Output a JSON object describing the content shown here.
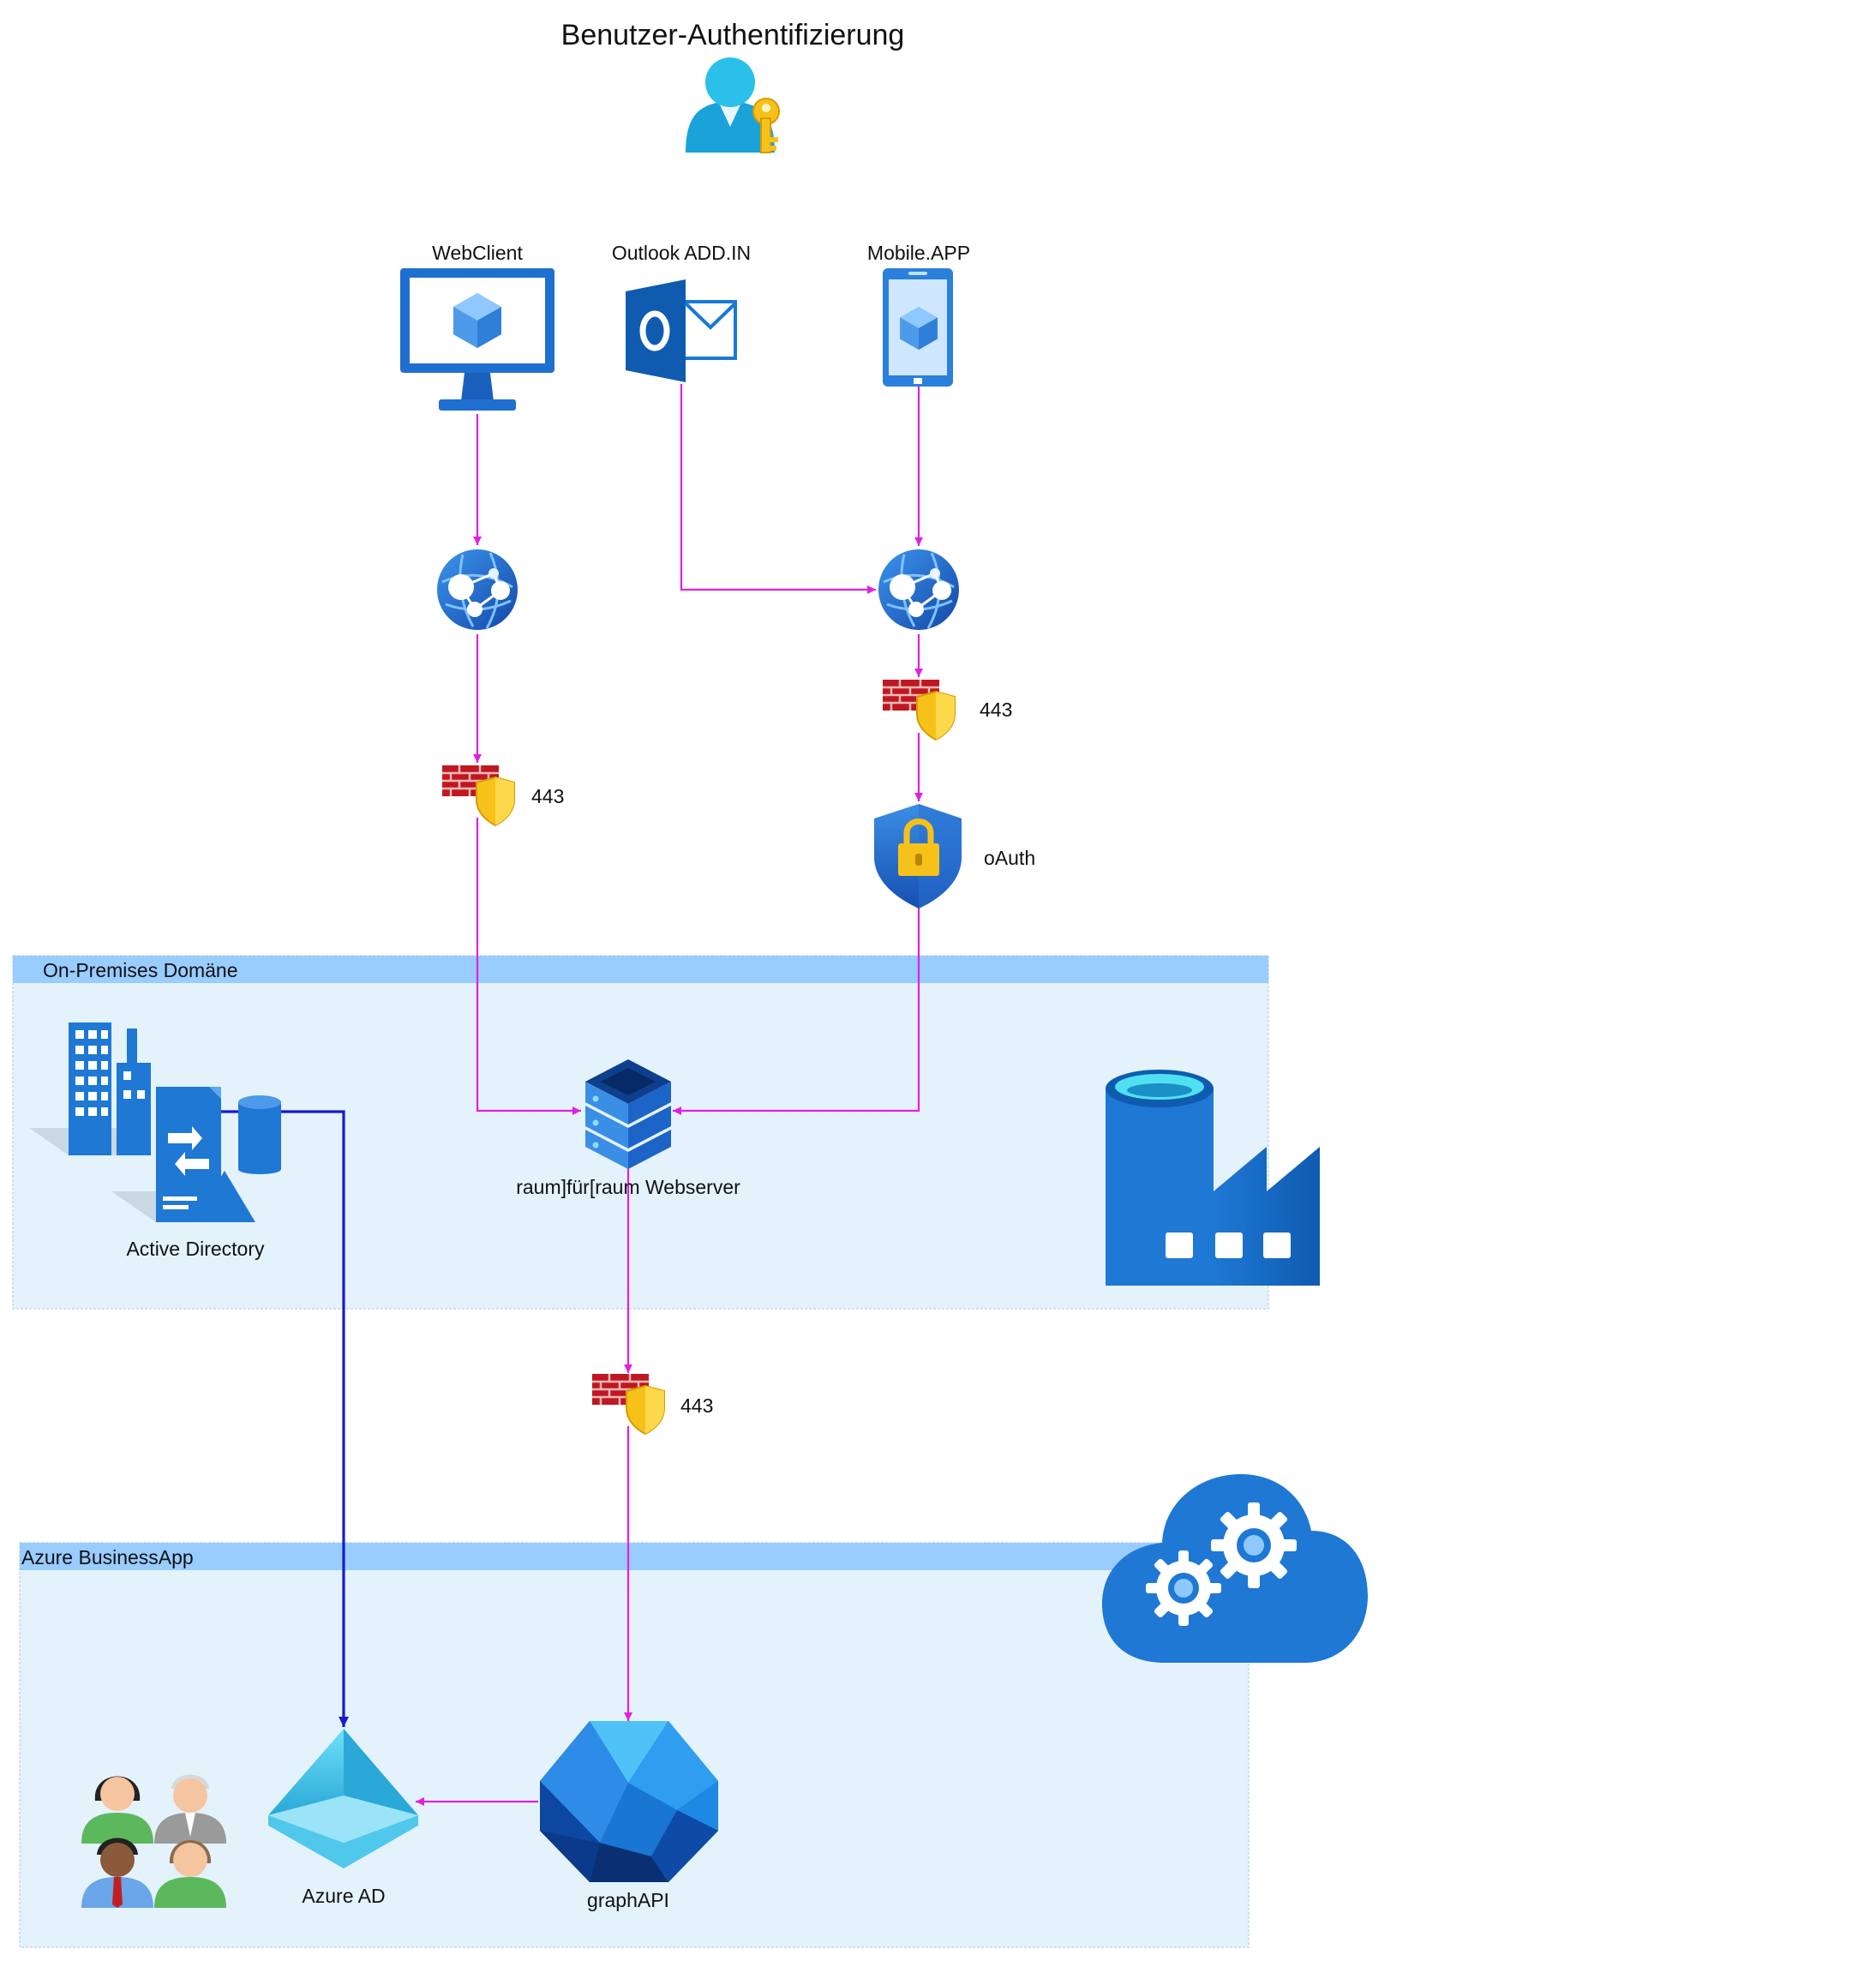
{
  "title": "Benutzer-Authentifizierung",
  "zones": {
    "onprem": {
      "label": "On-Premises Domäne"
    },
    "azure": {
      "label": "Azure BusinessApp"
    }
  },
  "clients": {
    "webclient": "WebClient",
    "outlook": "Outlook ADD.IN",
    "mobile": "Mobile.APP"
  },
  "ports": {
    "left": "443",
    "right": "443",
    "middle": "443"
  },
  "oauth": "oAuth",
  "webserver": "raum]für[raum Webserver",
  "active_directory": "Active Directory",
  "azure_ad": "Azure AD",
  "graphapi": "graphAPI",
  "icons": {
    "title_icon": "user-key-icon",
    "webclient": "monitor-cube-icon",
    "outlook": "outlook-icon",
    "mobile": "mobile-cube-icon",
    "web_app": "web-app-globe-icon",
    "firewall": "firewall-shield-icon",
    "oauth": "lock-shield-icon",
    "webserver": "server-stack-icon",
    "active_directory": "active-directory-icon",
    "data_factory": "data-factory-icon",
    "cloud_service": "cloud-gears-icon",
    "azure_ad": "azure-ad-pyramid-icon",
    "graphapi": "graph-api-icon",
    "users": "user-group-icon"
  },
  "colors": {
    "flow": "#e020e0",
    "sync": "#1a1acc",
    "zone_header": "#99ccff",
    "zone_fill": "#e4f2fc",
    "icon_blue": "#1e78d4"
  }
}
